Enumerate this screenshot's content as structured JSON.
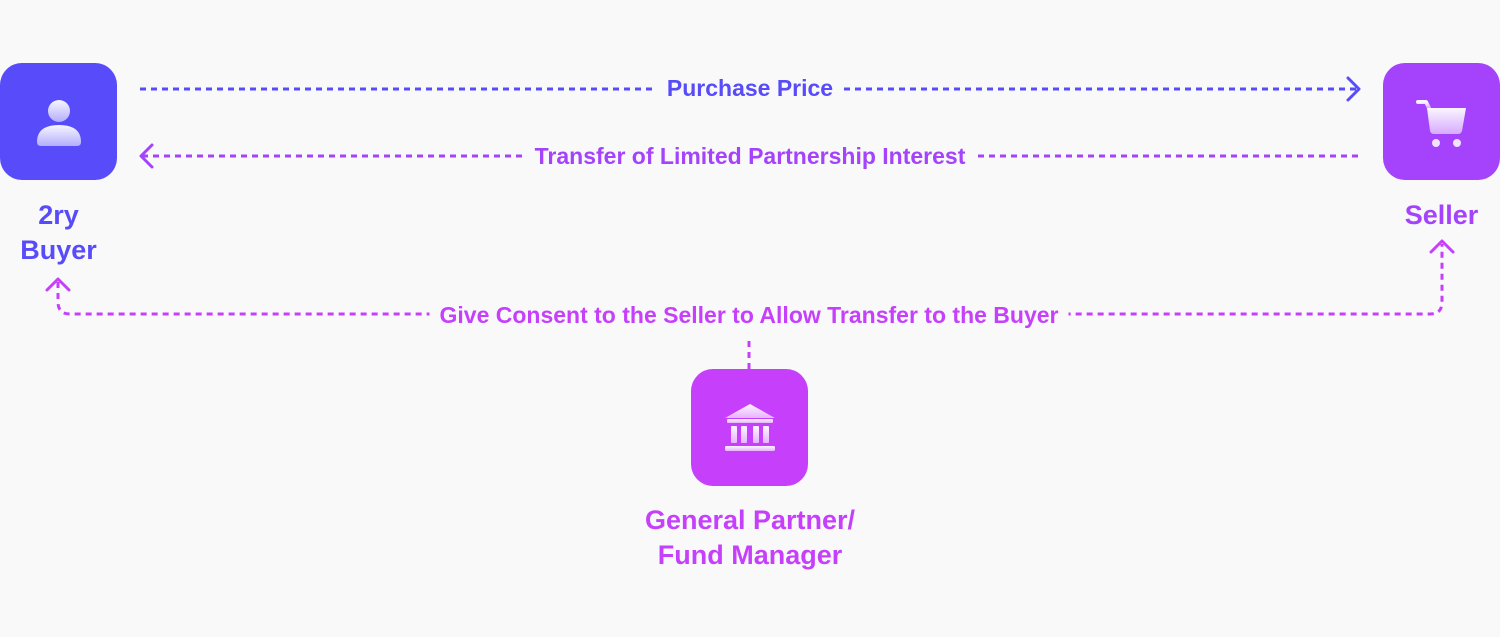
{
  "nodes": {
    "buyer": {
      "label": "2ry\nBuyer",
      "icon": "user-icon",
      "color": "#574bfa"
    },
    "seller": {
      "label": "Seller",
      "icon": "shopping-cart-icon",
      "color": "#a443fb"
    },
    "gp": {
      "label": "General Partner/\nFund Manager",
      "icon": "bank-building-icon",
      "color": "#c640fb"
    }
  },
  "edges": {
    "purchase_price": {
      "label": "Purchase Price",
      "from": "buyer",
      "to": "seller",
      "color": "#574bfa"
    },
    "lp_transfer": {
      "label": "Transfer of Limited Partnership Interest",
      "from": "seller",
      "to": "buyer",
      "color": "#a443fb"
    },
    "consent": {
      "label": "Give Consent to the Seller to Allow Transfer to the Buyer",
      "from": "gp",
      "to": [
        "buyer",
        "seller"
      ],
      "color": "#c640fb"
    }
  }
}
